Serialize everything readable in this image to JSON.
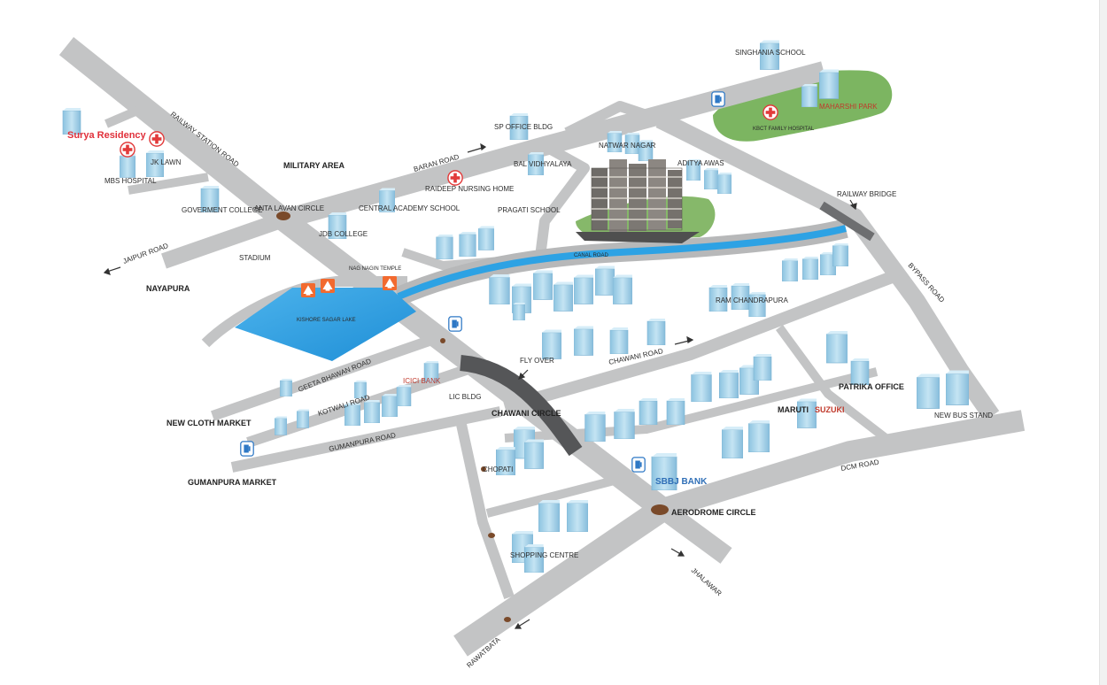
{
  "labels": {
    "surya": "Surya Residency",
    "jk_lawn": "JK LAWN",
    "mbs": "MBS HOSPITAL",
    "govt_college": "GOVERMENT COLLEGE",
    "military": "MILITARY AREA",
    "railway_station_road": "RAILWAY STATION ROAD",
    "baran_road": "BARAN ROAD",
    "sp_office": "SP OFFICE BLDG",
    "raideep": "RAIDEEP NURSING HOME",
    "central_academy": "CENTRAL ACADEMY SCHOOL",
    "jdb": "JDB COLLEGE",
    "anta": "ANTA LAVAN CIRCLE",
    "jaipur_road": "JAIPUR ROAD",
    "nayapura": "NAYAPURA",
    "stadium": "STADIUM",
    "kishore_lake": "KISHORE SAGAR LAKE",
    "nagji": "NAG NAGIN TEMPLE",
    "bal_vidhyalaya": "BAL VIDHYALAYA",
    "pragati": "PRAGATI SCHOOL",
    "natwar": "NATWAR NAGAR",
    "aditya": "ADITYA AWAS",
    "singhania": "SINGHANIA SCHOOL",
    "maharshi": "MAHARSHI PARK",
    "kbct": "KBCT FAMILY HOSPITAL",
    "railway_bridge": "RAILWAY BRIDGE",
    "bypass_road": "BYPASS ROAD",
    "canal_road": "CANAL ROAD",
    "ram_chandra": "RAM CHANDRAPURA",
    "chawani_road": "CHAWANI ROAD",
    "fly_over": "FLY OVER",
    "geeta_bhawan": "GEETA BHAWAN ROAD",
    "icici": "ICICI BANK",
    "lic": "LIC BLDG",
    "kotwali": "KOTWALI ROAD",
    "new_cloth": "NEW CLOTH MARKET",
    "gumanpura_road": "GUMANPURA ROAD",
    "gumanpura_market": "GUMANPURA MARKET",
    "chawani_circle": "CHAWANI CIRCLE",
    "chopati": "CHOPATI",
    "patrika": "PATRIKA OFFICE",
    "maruti": "MARUTI",
    "suzuki": "SUZUKI",
    "new_bus": "NEW BUS STAND",
    "dcm": "DCM ROAD",
    "sbbj": "SBBJ BANK",
    "aerodrome": "AERODROME CIRCLE",
    "shopping": "SHOPPING CENTRE",
    "jhalawar": "JHALAWAR",
    "rawatbata": "RAWATBATA"
  },
  "colors": {
    "road": "#c4c5c6",
    "road_edge": "#a9aaab",
    "water": "#2da2e4",
    "building": "#a7d3ea",
    "building_dark": "#7fb8d8",
    "flyover": "#555658",
    "park": "#7cb561",
    "circle": "#7a4a2a",
    "hospital": "#e23b3b",
    "temple": "#f05b2a"
  },
  "icons": [
    "hospital-icon",
    "fuel-icon",
    "temple-icon",
    "circle-marker",
    "project-tower-icon"
  ]
}
